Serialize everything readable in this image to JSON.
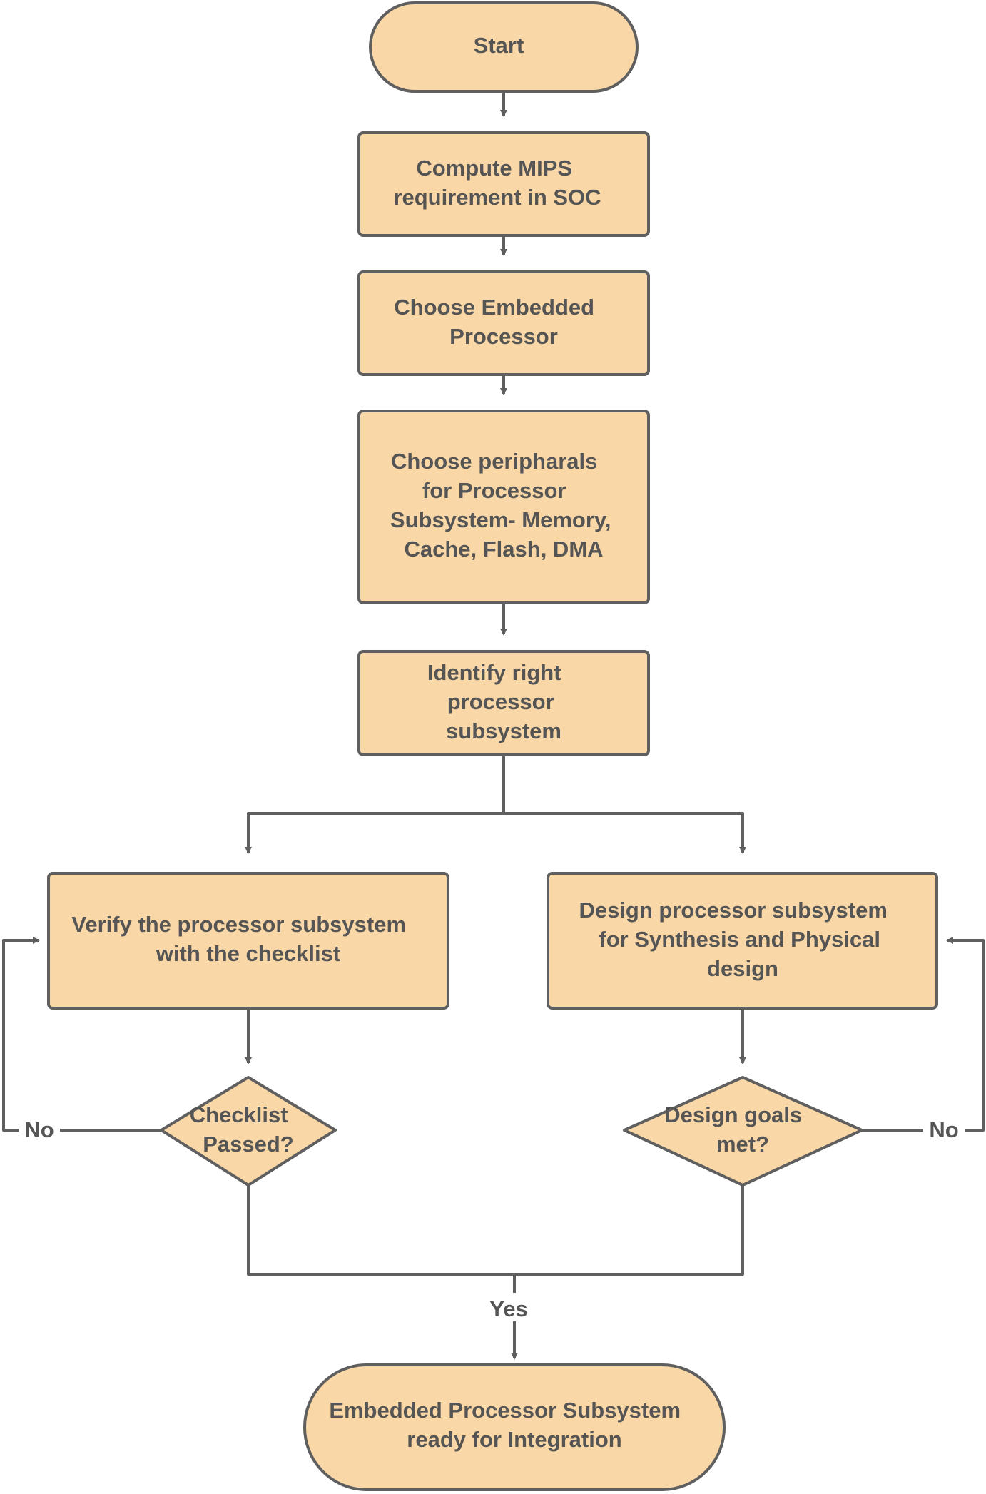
{
  "nodes": {
    "start": {
      "lines": [
        "Start"
      ]
    },
    "compute_mips": {
      "lines": [
        "Compute MIPS",
        "requirement in SOC"
      ]
    },
    "choose_processor": {
      "lines": [
        "Choose Embedded",
        "Processor"
      ]
    },
    "choose_peripherals": {
      "lines": [
        "Choose peripharals",
        "for  Processor",
        "Subsystem- Memory,",
        "Cache, Flash, DMA"
      ]
    },
    "identify_subsystem": {
      "lines": [
        "Identify right",
        "processor",
        "subsystem"
      ]
    },
    "verify_checklist": {
      "lines": [
        "Verify the processor subsystem",
        "with the checklist"
      ]
    },
    "design_synthesis": {
      "lines": [
        "Design processor subsystem",
        "for Synthesis and Physical",
        "design"
      ]
    },
    "checklist_passed": {
      "lines": [
        "Checklist",
        "Passed?"
      ]
    },
    "design_goals_met": {
      "lines": [
        "Design goals",
        "met?"
      ]
    },
    "end": {
      "lines": [
        "Embedded Processor Subsystem",
        "ready for Integration"
      ]
    }
  },
  "edge_labels": {
    "no_left": "No",
    "no_right": "No",
    "yes": "Yes"
  },
  "colors": {
    "node_fill": "#f9d7a6",
    "stroke": "#5f5f5f",
    "text": "#555555"
  }
}
